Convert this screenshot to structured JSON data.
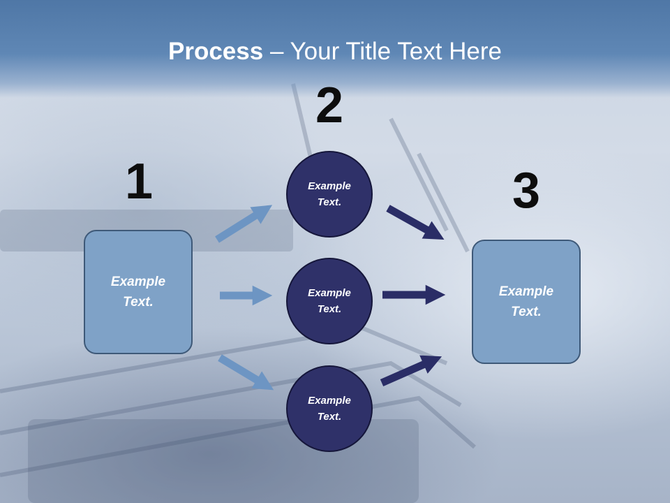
{
  "title": {
    "bold": "Process",
    "rest": " – Your Title Text Here"
  },
  "steps": [
    {
      "number": "1",
      "box_text": "Example Text."
    },
    {
      "number": "2",
      "circles": [
        "Example Text.",
        "Example Text.",
        "Example Text."
      ]
    },
    {
      "number": "3",
      "box_text": "Example Text."
    }
  ],
  "colors": {
    "header": "#5f87b5",
    "box_fill": "#7fa2c7",
    "circle_fill": "#2f3169",
    "arrow_light": "#6d95c3",
    "arrow_dark": "#2a2d66"
  }
}
